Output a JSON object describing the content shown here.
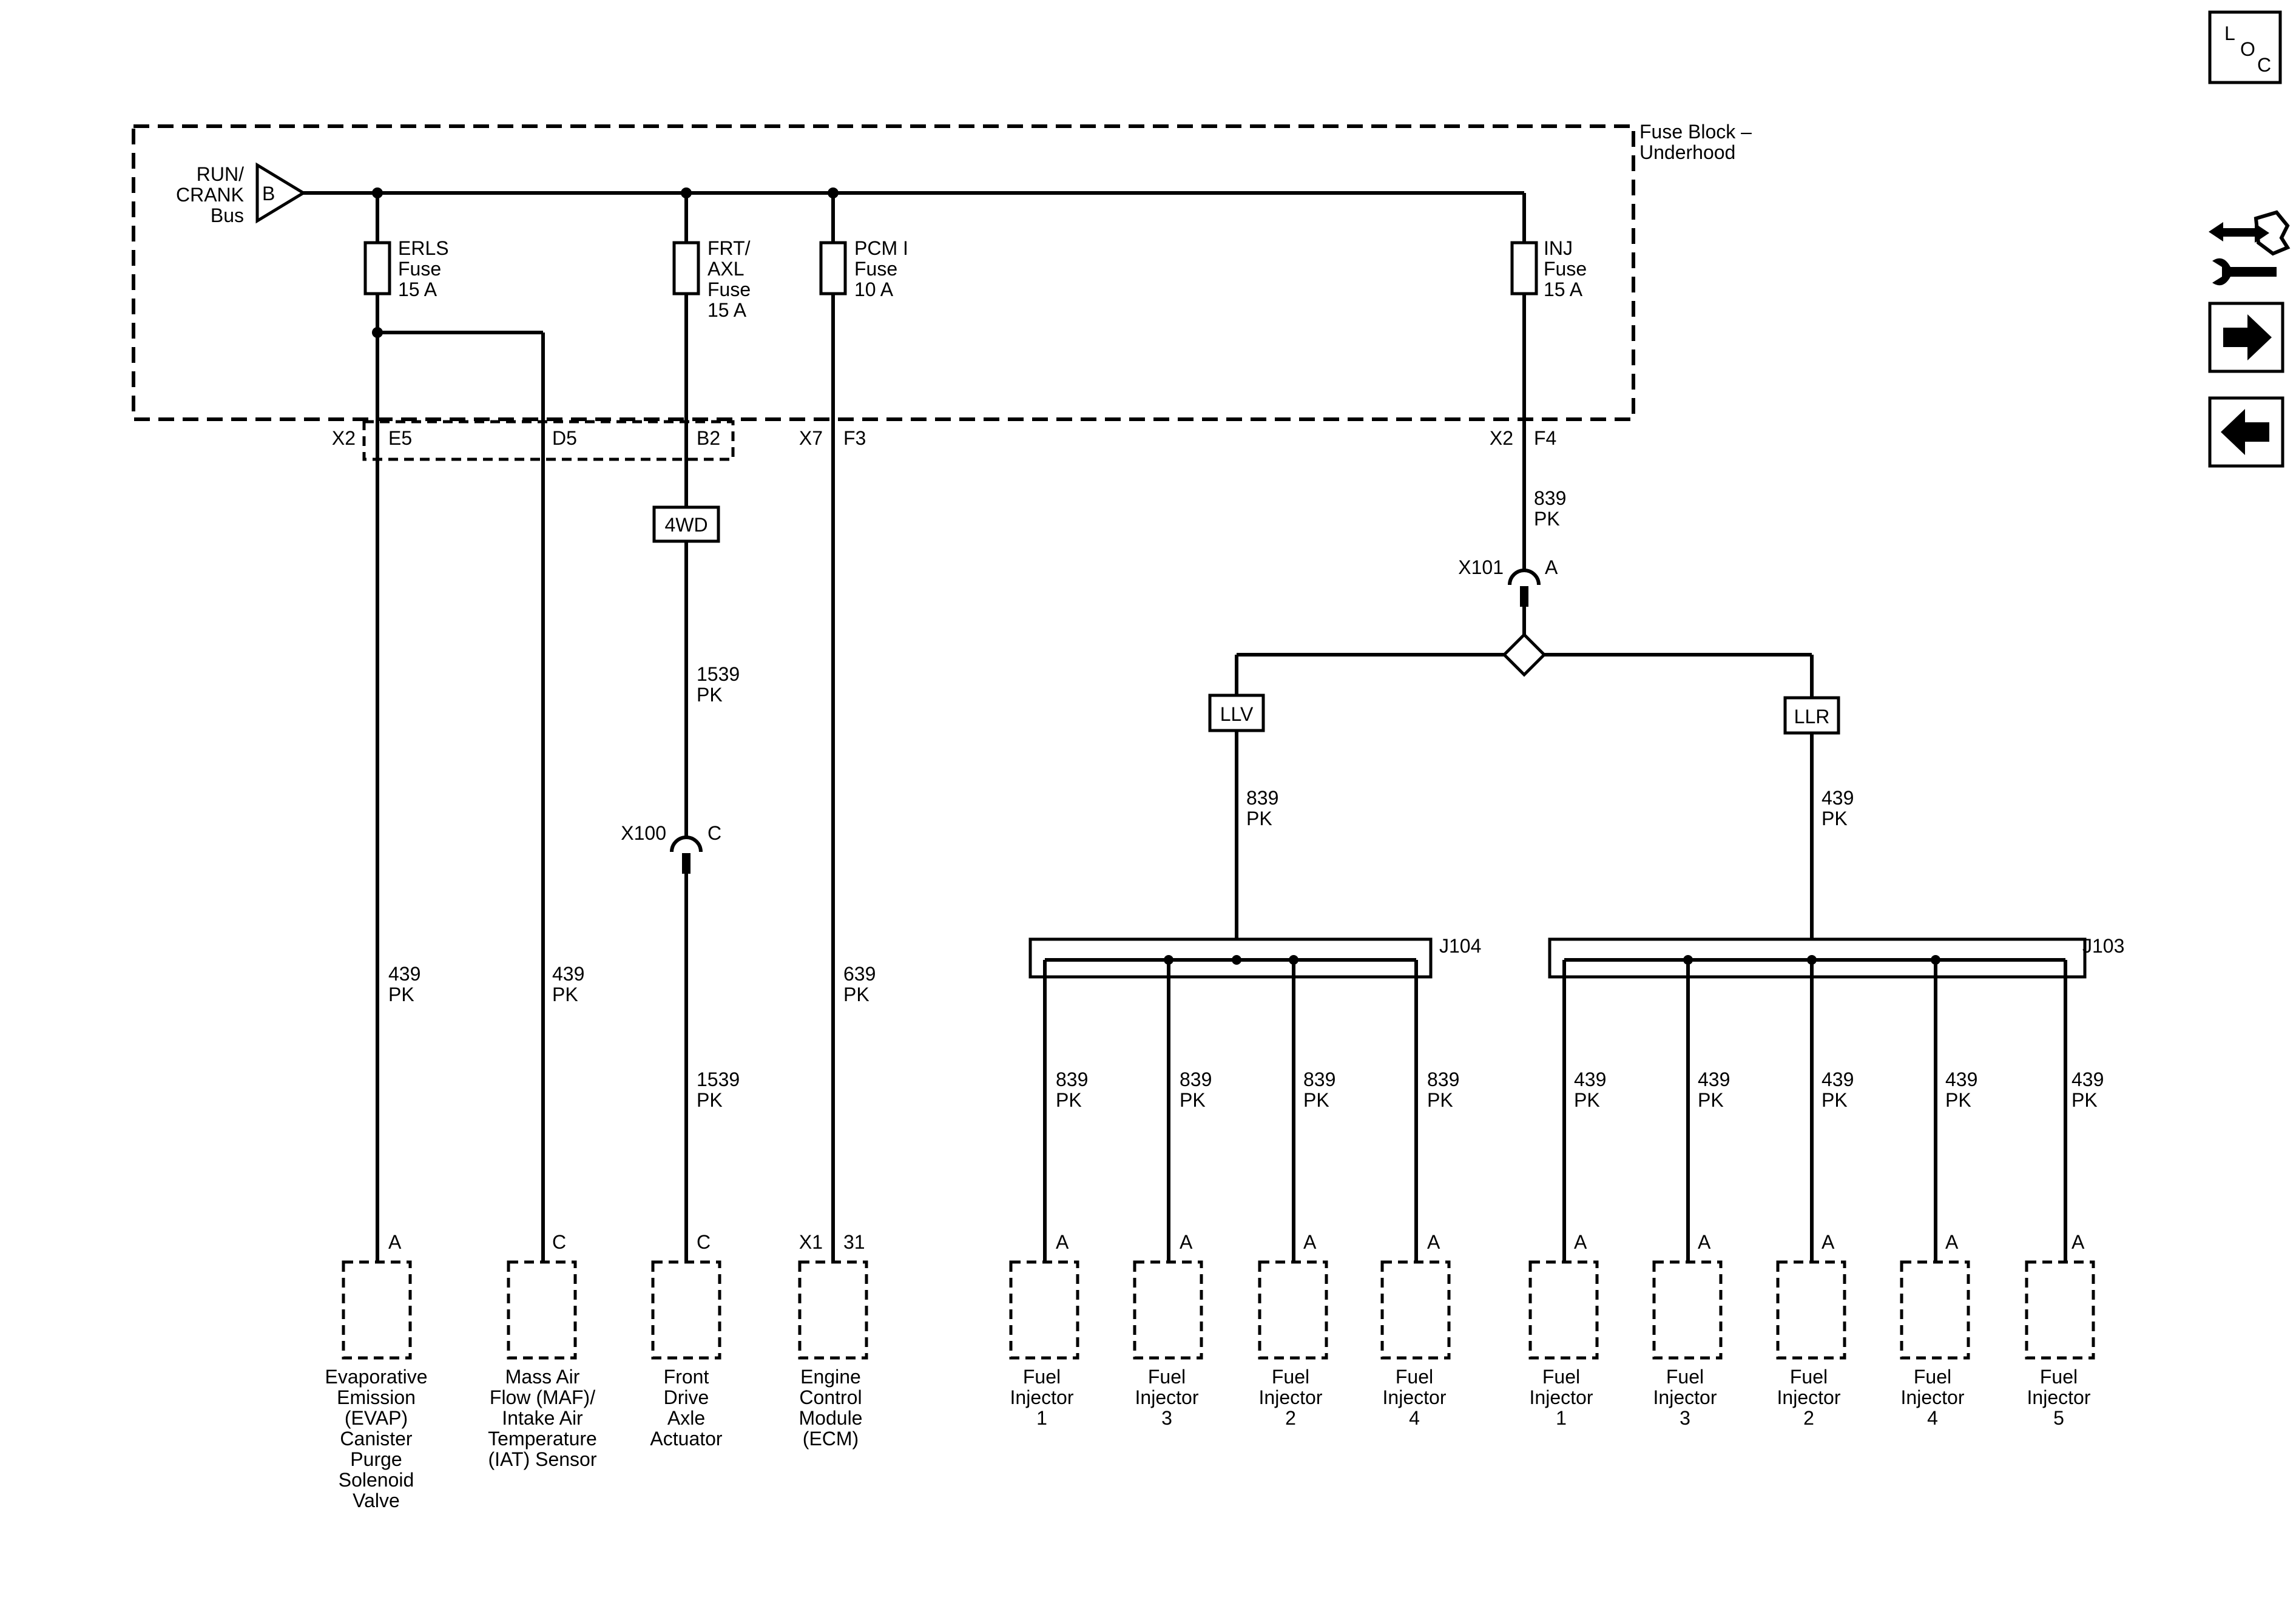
{
  "source": {
    "label_1": "RUN/",
    "label_2": "CRANK",
    "label_3": "Bus",
    "terminal": "B"
  },
  "fuse_block": {
    "title_1": "Fuse Block –",
    "title_2": "Underhood"
  },
  "fuses": {
    "erls": [
      "ERLS",
      "Fuse",
      "15 A"
    ],
    "frt_axl": [
      "FRT/",
      "AXL",
      "Fuse",
      "15 A"
    ],
    "pcm": [
      "PCM I",
      "Fuse",
      "10 A"
    ],
    "inj": [
      "INJ",
      "Fuse",
      "15 A"
    ]
  },
  "connectors": {
    "x2_left": "X2",
    "e5": "E5",
    "d5": "D5",
    "b2": "B2",
    "x7": "X7",
    "f3": "F3",
    "x2_right": "X2",
    "f4": "F4"
  },
  "options": {
    "fourwd": "4WD",
    "llv": "LLV",
    "llr": "LLR"
  },
  "inline_connectors": {
    "x100": "X100",
    "x100_pin": "C",
    "x101": "X101",
    "x101_pin": "A"
  },
  "splices": {
    "j104": "J104",
    "j103": "J103"
  },
  "wires": {
    "evap": [
      "439",
      "PK"
    ],
    "maf": [
      "439",
      "PK"
    ],
    "fda_upper": [
      "1539",
      "PK"
    ],
    "fda_lower": [
      "1539",
      "PK"
    ],
    "ecm": [
      "639",
      "PK"
    ],
    "inj_main": [
      "839",
      "PK"
    ],
    "llv_feed": [
      "839",
      "PK"
    ],
    "llr_feed": [
      "439",
      "PK"
    ],
    "llv_branch": [
      "839",
      "PK"
    ],
    "llr_branch": [
      "439",
      "PK"
    ]
  },
  "components": {
    "evap": {
      "pin": "A",
      "name": [
        "Evaporative",
        "Emission",
        "(EVAP)",
        "Canister",
        "Purge",
        "Solenoid",
        "Valve"
      ]
    },
    "maf": {
      "pin": "C",
      "name": [
        "Mass Air",
        "Flow (MAF)/",
        "Intake Air",
        "Temperature",
        "(IAT) Sensor"
      ]
    },
    "fda": {
      "pin": "C",
      "name": [
        "Front",
        "Drive",
        "Axle",
        "Actuator"
      ]
    },
    "ecm": {
      "connector": "X1",
      "pin": "31",
      "name": [
        "Engine",
        "Control",
        "Module",
        "(ECM)"
      ]
    },
    "llv_injectors": [
      {
        "pin": "A",
        "name": [
          "Fuel",
          "Injector",
          "1"
        ]
      },
      {
        "pin": "A",
        "name": [
          "Fuel",
          "Injector",
          "3"
        ]
      },
      {
        "pin": "A",
        "name": [
          "Fuel",
          "Injector",
          "2"
        ]
      },
      {
        "pin": "A",
        "name": [
          "Fuel",
          "Injector",
          "4"
        ]
      }
    ],
    "llr_injectors": [
      {
        "pin": "A",
        "name": [
          "Fuel",
          "Injector",
          "1"
        ]
      },
      {
        "pin": "A",
        "name": [
          "Fuel",
          "Injector",
          "3"
        ]
      },
      {
        "pin": "A",
        "name": [
          "Fuel",
          "Injector",
          "2"
        ]
      },
      {
        "pin": "A",
        "name": [
          "Fuel",
          "Injector",
          "4"
        ]
      },
      {
        "pin": "A",
        "name": [
          "Fuel",
          "Injector",
          "5"
        ]
      }
    ]
  },
  "nav": {
    "loc_l": "L",
    "loc_o": "O",
    "loc_c": "C",
    "tools_icon": "connector-tool-icon",
    "next_icon": "arrow-right-icon",
    "prev_icon": "arrow-left-icon"
  },
  "colors": {
    "line": "#000000",
    "background": "#ffffff"
  }
}
